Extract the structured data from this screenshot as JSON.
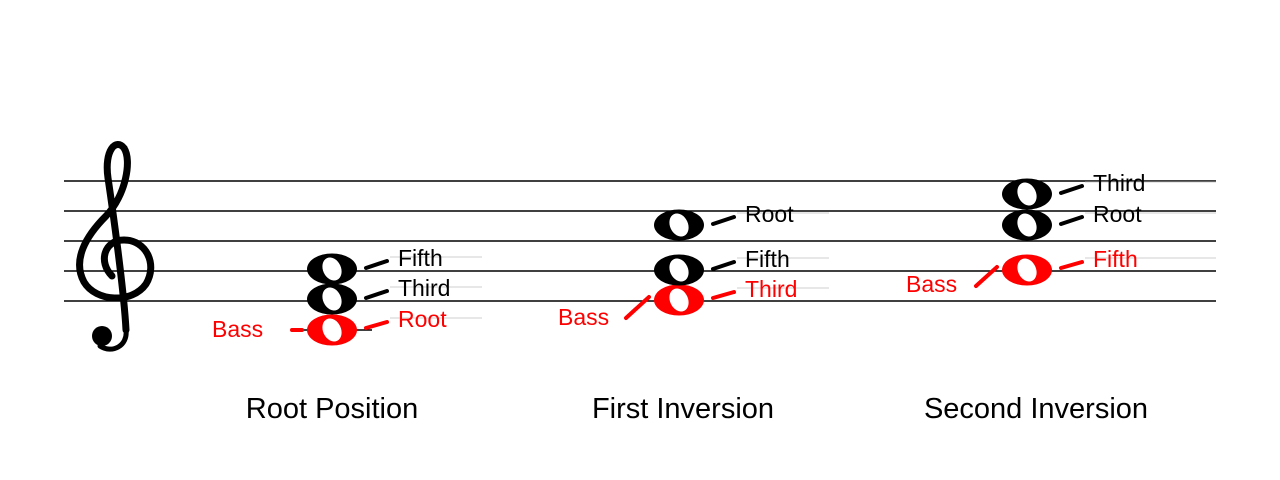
{
  "colors": {
    "ink": "#000000",
    "accent": "#ff0000"
  },
  "clef": {
    "icon": "treble-clef-icon"
  },
  "chords": [
    {
      "caption": "Root Position",
      "bass_label": "Bass",
      "notes": [
        {
          "label": "Root",
          "highlight": true
        },
        {
          "label": "Third",
          "highlight": false
        },
        {
          "label": "Fifth",
          "highlight": false
        }
      ]
    },
    {
      "caption": "First Inversion",
      "bass_label": "Bass",
      "notes": [
        {
          "label": "Third",
          "highlight": true
        },
        {
          "label": "Fifth",
          "highlight": false
        },
        {
          "label": "Root",
          "highlight": false
        }
      ]
    },
    {
      "caption": "Second Inversion",
      "bass_label": "Bass",
      "notes": [
        {
          "label": "Fifth",
          "highlight": true
        },
        {
          "label": "Root",
          "highlight": false
        },
        {
          "label": "Third",
          "highlight": false
        }
      ]
    }
  ]
}
